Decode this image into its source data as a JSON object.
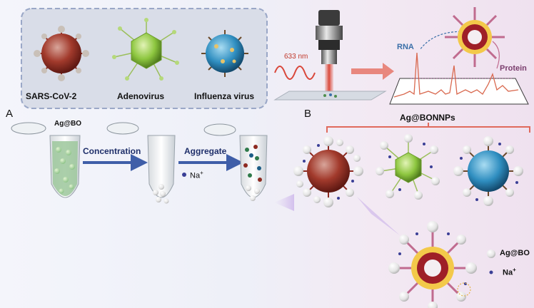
{
  "virus_panel": {
    "sars": "SARS-CoV-2",
    "adeno": "Adenovirus",
    "influenza": "Influenza virus"
  },
  "panel_a": {
    "label": "A",
    "tube_label": "Ag@BO",
    "step1": "Concentration",
    "step2": "Aggregate",
    "ion": "Na",
    "ion_charge": "+"
  },
  "raman": {
    "wavelength": "633 nm",
    "rna": "RNA",
    "protein": "Protein"
  },
  "panel_b": {
    "label": "B",
    "title": "Ag@BONNPs"
  },
  "legend": {
    "agbo": "Ag@BO",
    "na": "Na",
    "na_charge": "+"
  },
  "colors": {
    "arrow_blue": "#3f5ea8",
    "arrow_pink": "#e8877e",
    "sars_body": "#a23a2c",
    "adeno_body": "#8dc63f",
    "flu_body": "#2f8ec0",
    "spectrum": "#d9694f"
  }
}
